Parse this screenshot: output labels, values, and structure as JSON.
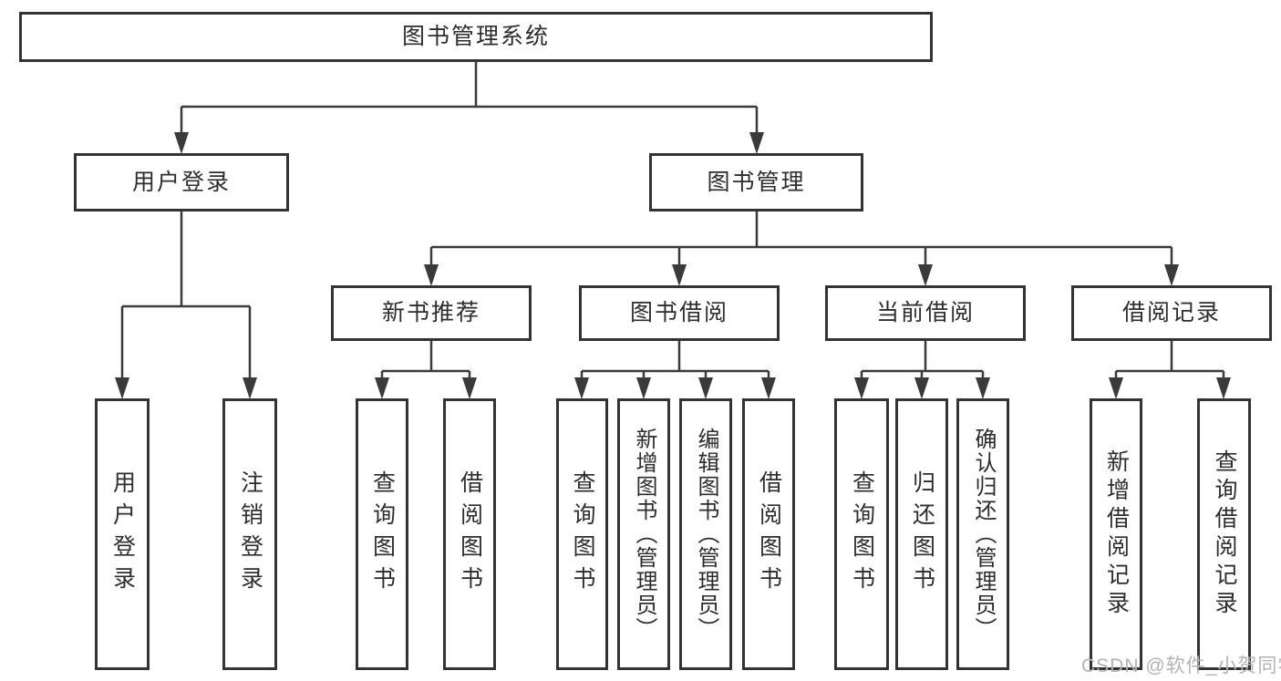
{
  "tree": {
    "label": "图书管理系统",
    "children": [
      {
        "label": "用户登录",
        "children": [
          {
            "label": "用户登录"
          },
          {
            "label": "注销登录"
          }
        ]
      },
      {
        "label": "图书管理",
        "children": [
          {
            "label": "新书推荐",
            "children": [
              {
                "label": "查询图书"
              },
              {
                "label": "借阅图书"
              }
            ]
          },
          {
            "label": "图书借阅",
            "children": [
              {
                "label": "查询图书"
              },
              {
                "label": "新增图书（管理员）"
              },
              {
                "label": "编辑图书（管理员）"
              },
              {
                "label": "借阅图书"
              }
            ]
          },
          {
            "label": "当前借阅",
            "children": [
              {
                "label": "查询图书"
              },
              {
                "label": "归还图书"
              },
              {
                "label": "确认归还（管理员）"
              }
            ]
          },
          {
            "label": "借阅记录",
            "children": [
              {
                "label": "新增借阅记录"
              },
              {
                "label": "查询借阅记录"
              }
            ]
          }
        ]
      }
    ]
  },
  "watermark": {
    "text": "CSDN @软件_小贺同学"
  },
  "colors": {
    "line": "#3a3a3a",
    "border": "#333333",
    "text": "#2d2d2d",
    "watermark": "#b3b3b3"
  }
}
